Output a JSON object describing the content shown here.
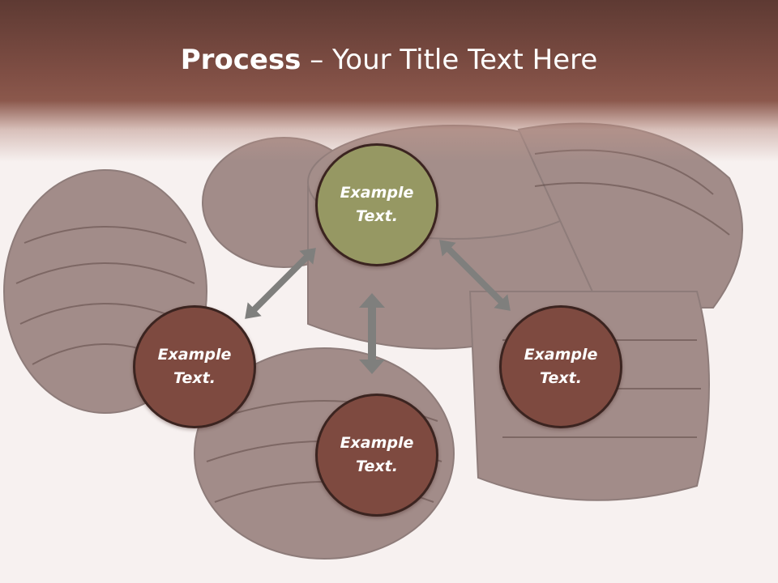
{
  "slide": {
    "title_bold": "Process",
    "title_rest": " – Your Title Text Here"
  },
  "nodes": {
    "top": "Example Text.",
    "left": "Example Text.",
    "right": "Example Text.",
    "bottom": "Example Text."
  },
  "colors": {
    "header": "#7f4e44",
    "node_primary": "#969863",
    "node_secondary": "#7e4a40",
    "node_border": "#3b2420",
    "arrow": "#7f7f7d",
    "background": "#f7f1f0"
  }
}
